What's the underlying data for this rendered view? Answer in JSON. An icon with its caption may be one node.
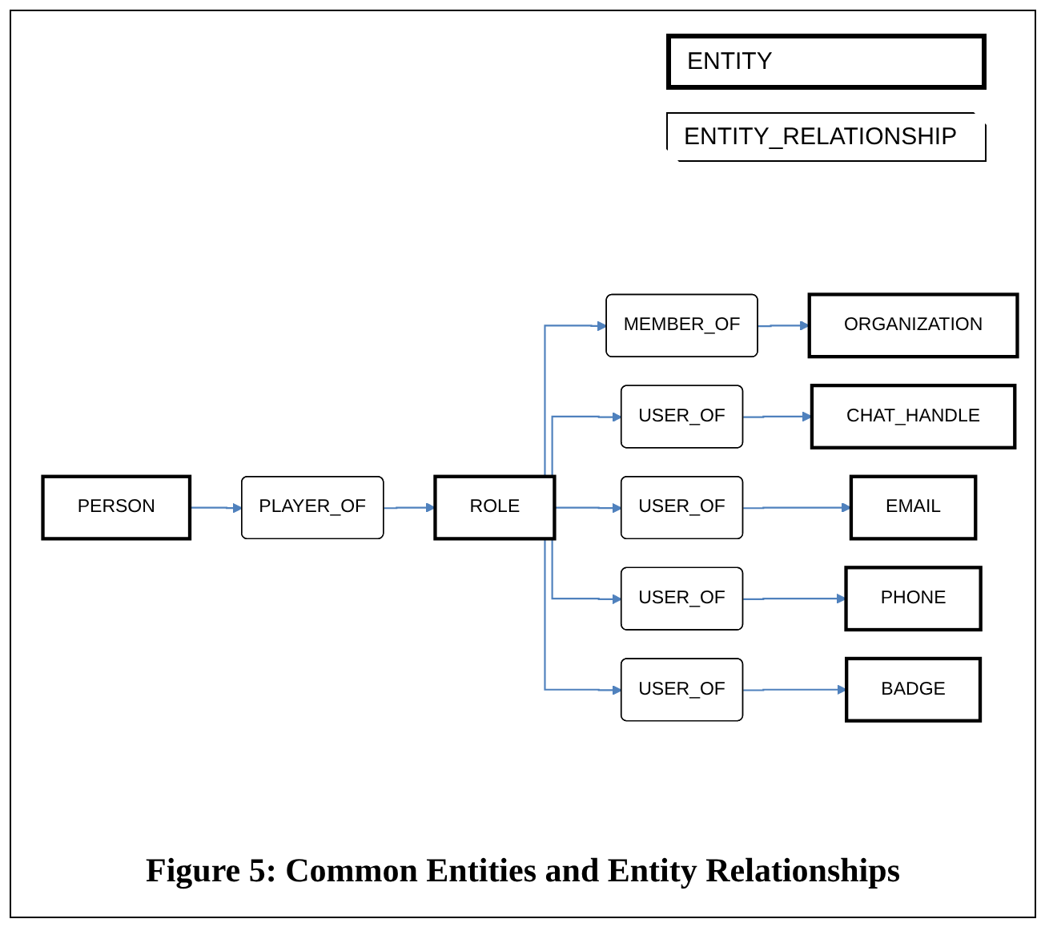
{
  "diagram": {
    "caption": "Figure 5: Common Entities and Entity Relationships",
    "nodes": [
      {
        "text": [
          "ORGANIZATION"
        ]
      },
      {
        "text": [
          "MEMBER_OF"
        ]
      },
      {
        "text": [
          "ROLE"
        ]
      },
      {
        "text": [
          "PLAYER_OF"
        ]
      },
      {
        "text": [
          "PERSON"
        ]
      },
      {
        "text": [
          "USER_OF"
        ]
      },
      {
        "text": [
          "CHAT_HANDLE"
        ]
      },
      {
        "text": [
          "USER_OF"
        ]
      },
      {
        "text": [
          "EMAIL"
        ]
      },
      {
        "text": [
          "USER_OF"
        ]
      },
      {
        "text": [
          "PHONE"
        ]
      },
      {
        "text": [
          "USER_OF"
        ]
      },
      {
        "text": [
          "BADGE"
        ]
      }
    ],
    "edges": [
      {
        "from": 1,
        "to": 0,
        "arrow": "to"
      },
      {
        "from": 2,
        "to": 1,
        "arrow": "to"
      },
      {
        "from": 3,
        "to": 2,
        "arrow": "to"
      },
      {
        "from": 4,
        "to": 3,
        "arrow": "to"
      },
      {
        "from": 2,
        "to": 5,
        "arrow": "to"
      },
      {
        "from": 2,
        "to": 7,
        "arrow": "to"
      },
      {
        "from": 2,
        "to": 9,
        "arrow": "to"
      },
      {
        "from": 2,
        "to": 11,
        "arrow": "to"
      },
      {
        "from": 5,
        "to": 6,
        "arrow": "to"
      },
      {
        "from": 7,
        "to": 8,
        "arrow": "to"
      },
      {
        "from": 9,
        "to": 10,
        "arrow": "to"
      },
      {
        "from": 11,
        "to": 12,
        "arrow": "to"
      }
    ],
    "legend": [
      {
        "text": "ENTITY"
      },
      {
        "text": "ENTITY_RELATIONSHIP"
      }
    ]
  }
}
